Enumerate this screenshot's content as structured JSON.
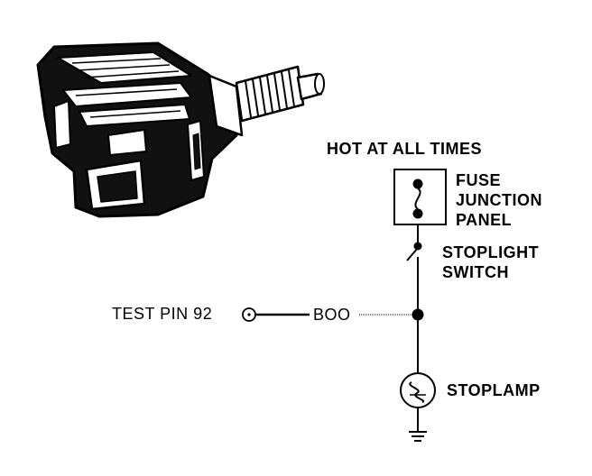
{
  "labels": {
    "hot": "HOT AT ALL TIMES",
    "fuse_1": "FUSE",
    "fuse_2": "JUNCTION",
    "fuse_3": "PANEL",
    "switch_1": "STOPLIGHT",
    "switch_2": "SWITCH",
    "test_pin": "TEST PIN 92",
    "wire": "BOO",
    "stoplamp": "STOPLAMP"
  },
  "colors": {
    "ink": "#000000",
    "paper": "#ffffff"
  }
}
